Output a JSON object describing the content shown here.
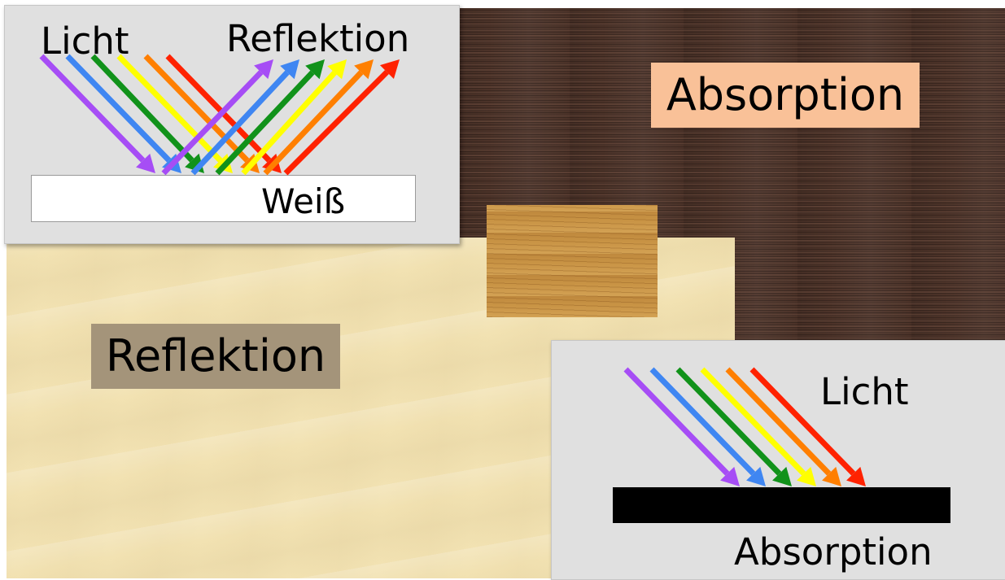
{
  "labels": {
    "absorption_box": "Absorption",
    "reflektion_box": "Reflektion"
  },
  "white_panel": {
    "incoming_label": "Licht",
    "reflected_label": "Reflektion",
    "surface_label": "Weiß",
    "surface_color": "#ffffff"
  },
  "black_panel": {
    "incoming_label": "Licht",
    "surface_label": "Absorption",
    "surface_color": "#000000"
  },
  "spectrum_colors": [
    "#a64df5",
    "#3f86f2",
    "#11921a",
    "#ffff00",
    "#ff7f00",
    "#ff2200"
  ],
  "backgrounds": {
    "dark_wood": "#4b3228",
    "light_wood": "#f2e2b2",
    "oak_wood": "#c99445",
    "panel": "#e0e0e0",
    "absorption_label_bg": "#f9c198",
    "reflektion_label_bg": "#a4947a"
  }
}
